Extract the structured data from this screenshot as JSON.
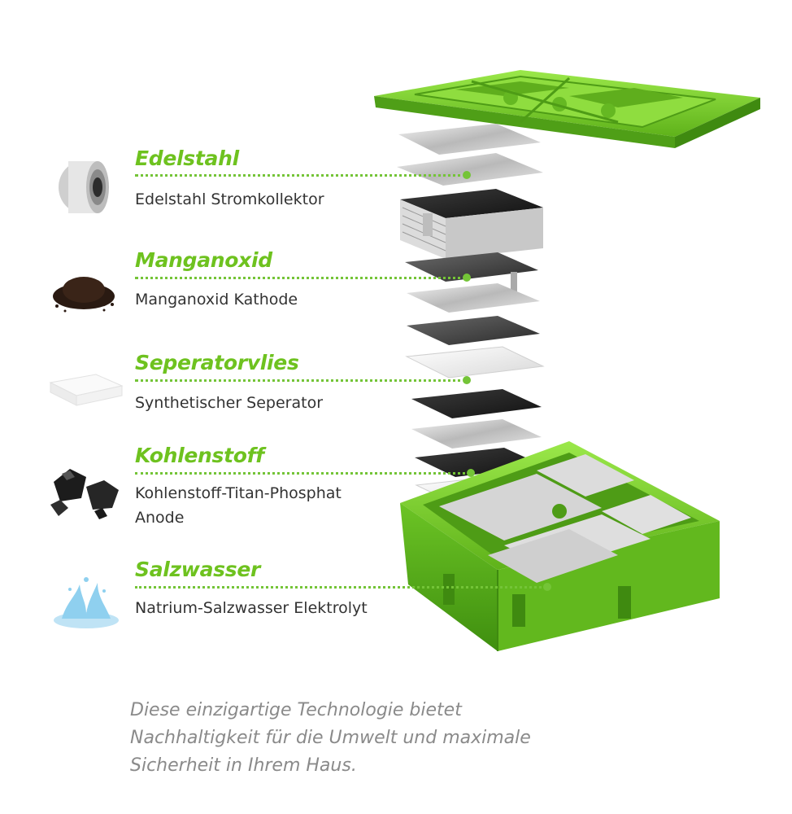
{
  "layers": [
    {
      "title": "Edelstahl",
      "desc": [
        "Edelstahl Stromkollektor"
      ],
      "icon": "steel-roll-icon"
    },
    {
      "title": "Manganoxid",
      "desc": [
        "Manganoxid Kathode"
      ],
      "icon": "manganese-powder-icon"
    },
    {
      "title": "Seperatorvlies",
      "desc": [
        "Synthetischer Seperator"
      ],
      "icon": "separator-fleece-icon"
    },
    {
      "title": "Kohlenstoff",
      "desc": [
        "Kohlenstoff-Titan-Phosphat",
        "Anode"
      ],
      "icon": "carbon-chunks-icon"
    },
    {
      "title": "Salzwasser",
      "desc": [
        "Natrium-Salzwasser Elektrolyt"
      ],
      "icon": "water-splash-icon"
    }
  ],
  "caption": [
    "Diese einzigartige Technologie bietet",
    "Nachhaltigkeit für die Umwelt und maximale",
    "Sicherheit in Ihrem Haus."
  ],
  "colors": {
    "accent": "#6ec21f",
    "housing": "#7ed321",
    "text": "#333333",
    "caption": "#8a8a8a"
  }
}
